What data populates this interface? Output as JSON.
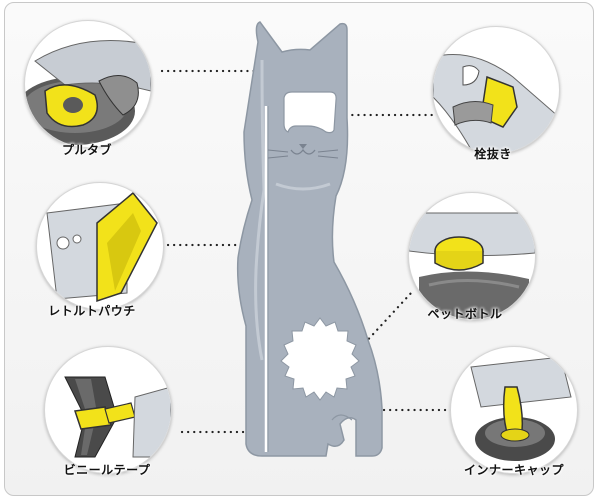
{
  "features": {
    "pull_tab": {
      "label": "プルタブ"
    },
    "bottle_cap": {
      "label": "栓抜き"
    },
    "retort_pouch": {
      "label": "レトルトパウチ"
    },
    "pet_bottle": {
      "label": "ペットボトル"
    },
    "vinyl_tape": {
      "label": "ビニールテープ"
    },
    "inner_cap": {
      "label": "インナーキャップ"
    }
  },
  "colors": {
    "tool_gray": "#a8b1bd",
    "tool_outline": "#8d97a3",
    "accent_yellow": "#f2e21a",
    "dark_object": "#5a5a5a"
  }
}
